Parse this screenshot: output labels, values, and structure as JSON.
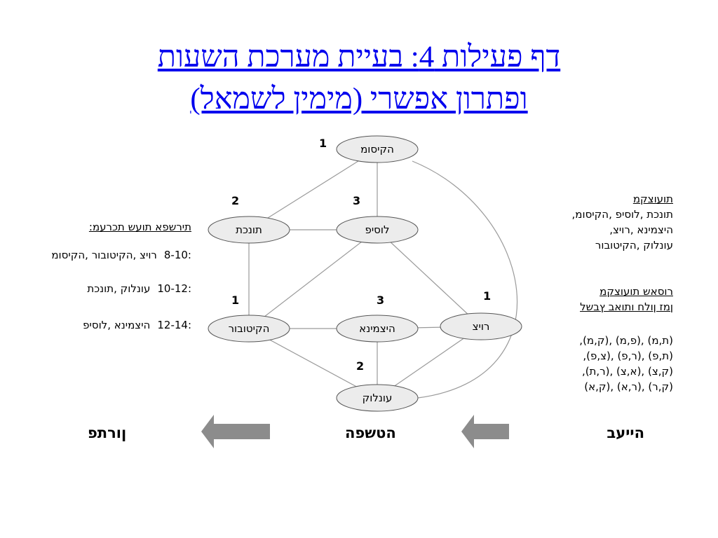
{
  "title": {
    "line1": "דף פעילות 4: בעיית מערכת השעות",
    "line2": "ופתרון אפשרי (מימין לשמאל)"
  },
  "graph": {
    "nodes": [
      {
        "id": "n1",
        "label": "הקיסומ",
        "color_number": "1"
      },
      {
        "id": "n2",
        "label": "תונכת",
        "color_number": "2"
      },
      {
        "id": "n3",
        "label": "לוסיפ",
        "color_number": "3"
      },
      {
        "id": "n4",
        "label": "הקיטובור",
        "color_number": "1"
      },
      {
        "id": "n5",
        "label": "היצמינא",
        "color_number": "3"
      },
      {
        "id": "n6",
        "label": "רויצ",
        "color_number": "1"
      },
      {
        "id": "n7",
        "label": "עונלוק",
        "color_number": "2"
      }
    ],
    "edges": [
      [
        "n1",
        "n2"
      ],
      [
        "n1",
        "n3"
      ],
      [
        "n1",
        "n7"
      ],
      [
        "n2",
        "n3"
      ],
      [
        "n2",
        "n4"
      ],
      [
        "n3",
        "n4"
      ],
      [
        "n3",
        "n6"
      ],
      [
        "n4",
        "n5"
      ],
      [
        "n4",
        "n7"
      ],
      [
        "n5",
        "n6"
      ],
      [
        "n5",
        "n7"
      ],
      [
        "n6",
        "n7"
      ]
    ],
    "node_fill": "#ececec",
    "line_color": "#9a9a9a"
  },
  "legend": {
    "heading": "תירשפא תועש תכרעמ:",
    "rows": [
      {
        "time": "8-10:",
        "subjects": "רויצ ,הקיטובור ,הקיסומ"
      },
      {
        "time": "10-12:",
        "subjects": "עונלוק ,תונכת"
      },
      {
        "time": "12-14:",
        "subjects": "היצמינא ,לוסיפ"
      }
    ]
  },
  "right_panel": {
    "vertices_heading": "תועוצקמ",
    "vertices_lines": [
      "תונכת ,לוסיפ ,הקיסומ,",
      "היצמינא ,רויצ,",
      "עונלוק ,הקיטובור"
    ],
    "colorpairs_heading1": "רוסאש תועוצקמ",
    "colorpairs_heading2": "ןמז ןולח ותואב ץבשל",
    "pairs_lines": [
      "(ת,מ) ,(פ,מ) ,(ק,מ),",
      "(ת,פ) ,(ר,פ) ,(צ,פ),",
      "(ק,צ) ,(א,צ) ,(ר,ת),",
      "(ק,ר) ,(ר,א) ,(ק,א)"
    ]
  },
  "flow": {
    "labels": [
      "הייעב",
      "הטשפה",
      "ןורתפ"
    ],
    "arrow_color": "#8c8c8c"
  }
}
